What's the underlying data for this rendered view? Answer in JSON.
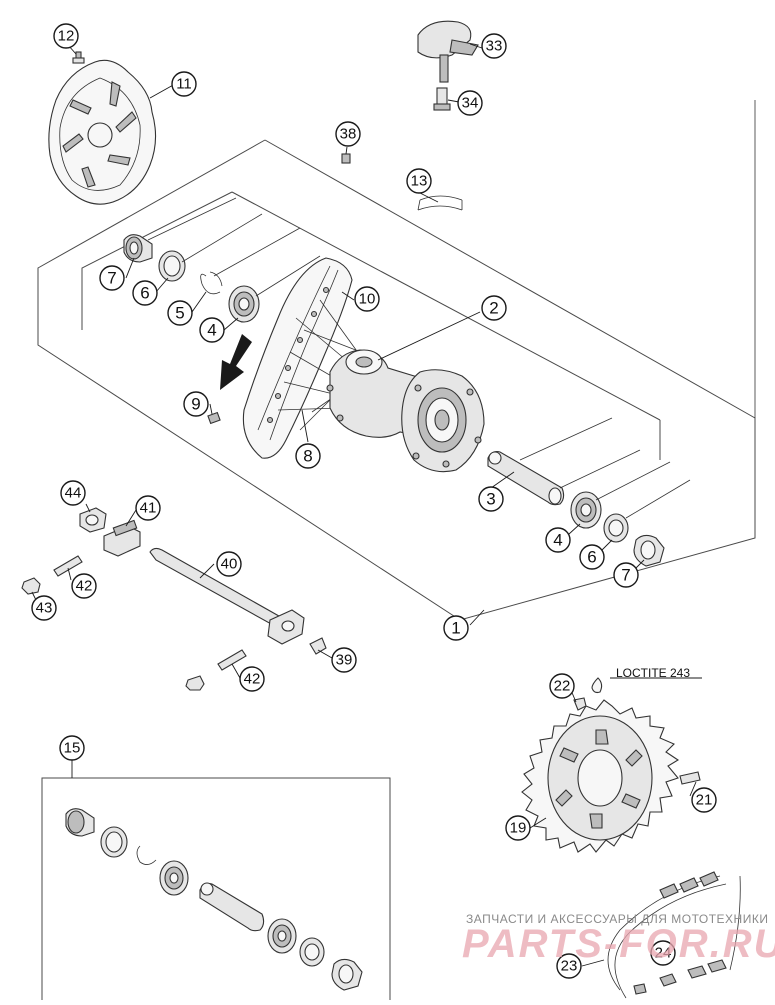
{
  "note": {
    "loctite": "LOCTITE 243"
  },
  "watermark": {
    "line1": "ЗАПЧАСТИ И АКСЕССУАРЫ ДЛЯ МОТОТЕХНИКИ",
    "line2": "PARTS-FOR.RU"
  },
  "callouts": {
    "c1": "1",
    "c2": "2",
    "c3": "3",
    "c4a": "4",
    "c4b": "4",
    "c5": "5",
    "c6a": "6",
    "c6b": "6",
    "c7a": "7",
    "c7b": "7",
    "c8": "8",
    "c9": "9",
    "c10": "10",
    "c11": "11",
    "c12": "12",
    "c13": "13",
    "c15": "15",
    "c19": "19",
    "c21": "21",
    "c22": "22",
    "c23": "23",
    "c24": "24",
    "c33": "33",
    "c34": "34",
    "c38": "38",
    "c39": "39",
    "c40": "40",
    "c41": "41",
    "c42a": "42",
    "c42b": "42",
    "c43": "43",
    "c44": "44"
  },
  "colors": {
    "line": "#1a1a1a",
    "part_fill": "#e6e6e6",
    "watermark": "#e9a6b0"
  }
}
